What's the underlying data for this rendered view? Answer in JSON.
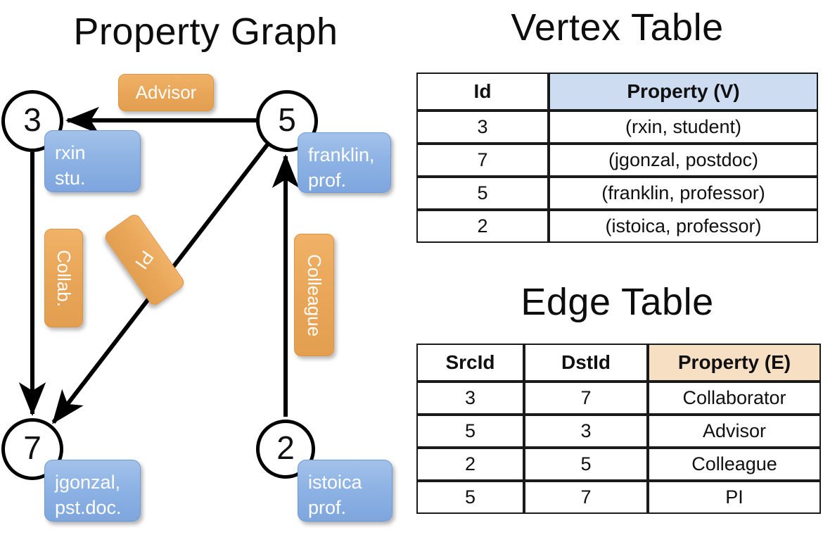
{
  "titles": {
    "property_graph": "Property Graph",
    "vertex_table": "Vertex Table",
    "edge_table": "Edge Table"
  },
  "graph": {
    "vertices": [
      {
        "id": "3",
        "name": "rxin",
        "role": "stu."
      },
      {
        "id": "5",
        "name": "franklin,",
        "role": "prof."
      },
      {
        "id": "7",
        "name": "jgonzal,",
        "role": "pst.doc."
      },
      {
        "id": "2",
        "name": "istoica",
        "role": "prof."
      }
    ],
    "edge_labels": {
      "advisor": "Advisor",
      "collab": "Collab.",
      "pi": "PI",
      "colleague": "Colleague"
    },
    "edges": [
      {
        "from": "5",
        "to": "3",
        "label": "Advisor"
      },
      {
        "from": "3",
        "to": "7",
        "label": "Collab."
      },
      {
        "from": "5",
        "to": "7",
        "label": "PI"
      },
      {
        "from": "2",
        "to": "5",
        "label": "Colleague"
      }
    ]
  },
  "vertex_table": {
    "headers": [
      "Id",
      "Property (V)"
    ],
    "rows": [
      {
        "id": "3",
        "property": "(rxin, student)"
      },
      {
        "id": "7",
        "property": "(jgonzal, postdoc)"
      },
      {
        "id": "5",
        "property": "(franklin, professor)"
      },
      {
        "id": "2",
        "property": "(istoica, professor)"
      }
    ]
  },
  "edge_table": {
    "headers": [
      "SrcId",
      "DstId",
      "Property (E)"
    ],
    "rows": [
      {
        "src": "3",
        "dst": "7",
        "property": "Collaborator"
      },
      {
        "src": "5",
        "dst": "3",
        "property": "Advisor"
      },
      {
        "src": "2",
        "dst": "5",
        "property": "Colleague"
      },
      {
        "src": "5",
        "dst": "7",
        "property": "PI"
      }
    ]
  },
  "colors": {
    "vertex_property_fill": "#cddcf0",
    "edge_property_fill": "#f7dfc4",
    "node_box_blue": "#8eb3e4",
    "edge_label_orange": "#e9a658",
    "stroke": "#000000",
    "background": "#ffffff"
  }
}
